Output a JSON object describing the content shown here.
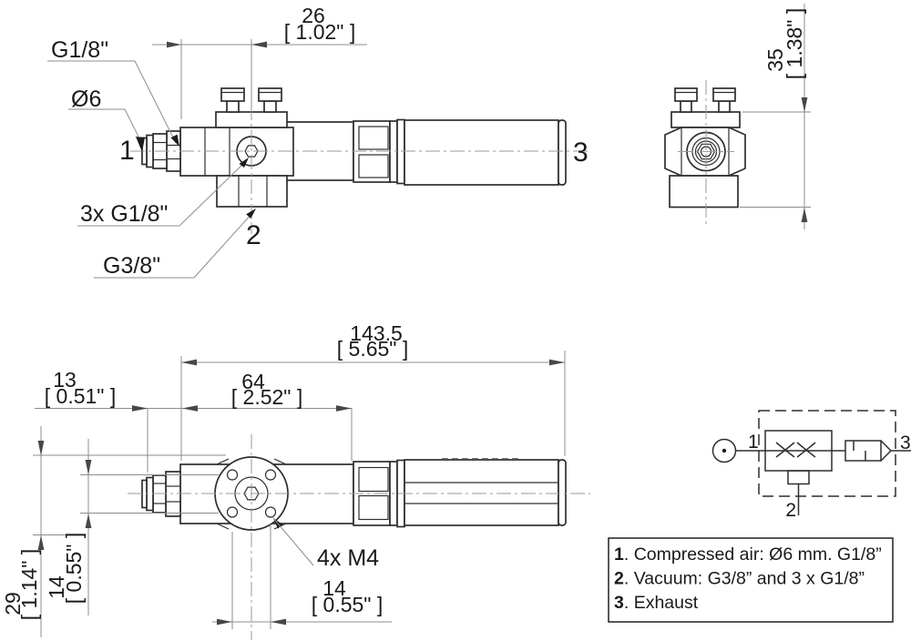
{
  "colors": {
    "background": "#ffffff",
    "part_outline": "#2e2e2e",
    "dimension_lines": "#8c8c8c",
    "text": "#1a1a1a"
  },
  "top_view": {
    "dim_26": {
      "mm": "26",
      "inch": "[ 1.02\" ]"
    },
    "labels": {
      "g18": "G1/8\"",
      "d6": "Ø6",
      "port1": "1",
      "ports_3x": "3x G1/8\"",
      "port2": "2",
      "g38": "G3/8\"",
      "port3": "3"
    }
  },
  "front_view": {
    "dim_35": {
      "mm": "35",
      "inch": "[ 1.38\" ]"
    }
  },
  "bottom_view": {
    "dim_143_5": {
      "mm": "143.5",
      "inch": "[ 5.65\" ]"
    },
    "dim_64": {
      "mm": "64",
      "inch": "[ 2.52\" ]"
    },
    "dim_13": {
      "mm": "13",
      "inch": "[ 0.51\" ]"
    },
    "dim_29": {
      "mm": "29",
      "inch": "[ 1.14\" ]"
    },
    "dim_14_width": {
      "mm": "14",
      "inch": "[ 0.55\" ]"
    },
    "dim_14_holes": {
      "mm": "14",
      "inch": "[ 0.55\" ]"
    },
    "label_m4": "4x M4"
  },
  "schematic": {
    "port1": "1",
    "port2": "2",
    "port3": "3"
  },
  "legend": {
    "items": [
      {
        "num": "1",
        "text": ". Compressed air: Ø6 mm. G1/8”"
      },
      {
        "num": "2",
        "text": ". Vacuum: G3/8” and 3 x G1/8”"
      },
      {
        "num": "3",
        "text": ". Exhaust"
      }
    ]
  }
}
